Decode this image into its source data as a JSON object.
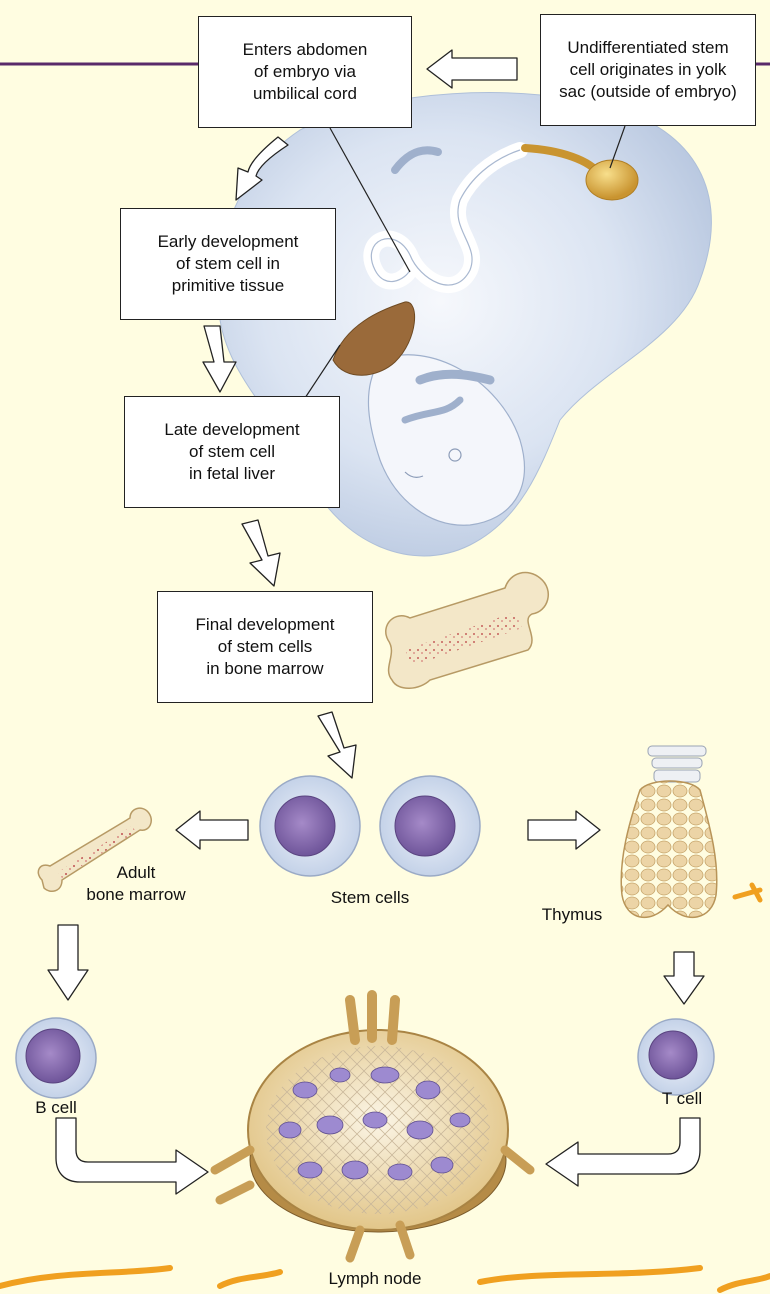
{
  "colors": {
    "background": "#fffde1",
    "embryo": "#dbe4f2",
    "nucleus": "#8b6fb0",
    "tissue": "#e8cf94",
    "liver": "#9a6a3a",
    "annotation": "#f0a020"
  },
  "boxes": {
    "yolk_sac": "Undifferentiated stem\ncell originates in yolk\nsac (outside of embryo)",
    "abdomen": "Enters abdomen\nof embryo via\numbilical cord",
    "early": "Early development\nof stem cell in\nprimitive tissue",
    "late": "Late development\nof stem cell\nin fetal liver",
    "final": "Final development\nof stem cells\nin bone marrow"
  },
  "labels": {
    "adult_bone_marrow": "Adult\nbone marrow",
    "stem_cells": "Stem cells",
    "thymus": "Thymus",
    "b_cell": "B cell",
    "t_cell": "T cell",
    "lymph_node": "Lymph node"
  }
}
